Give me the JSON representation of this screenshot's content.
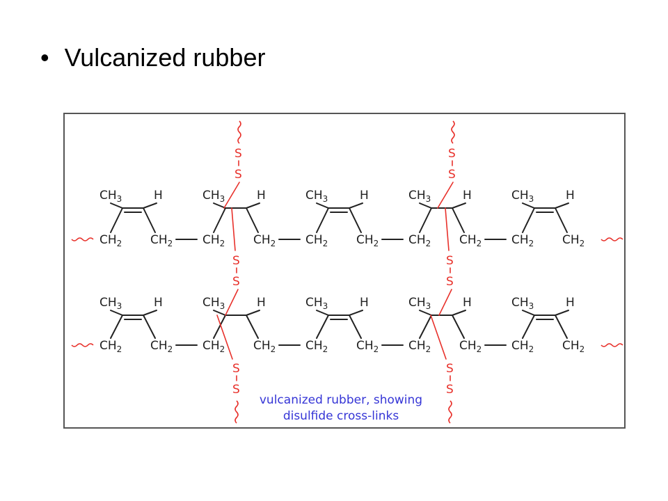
{
  "slide": {
    "bullet_char": "•",
    "bullet_text": "Vulcanized rubber"
  },
  "figure": {
    "caption_line1": "vulcanized rubber, showing",
    "caption_line2": "disulfide cross-links",
    "labels": {
      "sulfur": "S",
      "methyl": "CH",
      "methylene": "CH",
      "hydrogen": "H",
      "subscript_2": "2",
      "subscript_3": "3"
    },
    "colors": {
      "chain": "#222222",
      "crosslink": "#e8312b",
      "caption": "#3535d6",
      "frame": "#555555"
    },
    "structure": {
      "polymer_chains": 2,
      "repeat_units_per_chain": 5,
      "crosslinks_between_chains": 2,
      "crosslink_bridge": "S–S"
    }
  }
}
